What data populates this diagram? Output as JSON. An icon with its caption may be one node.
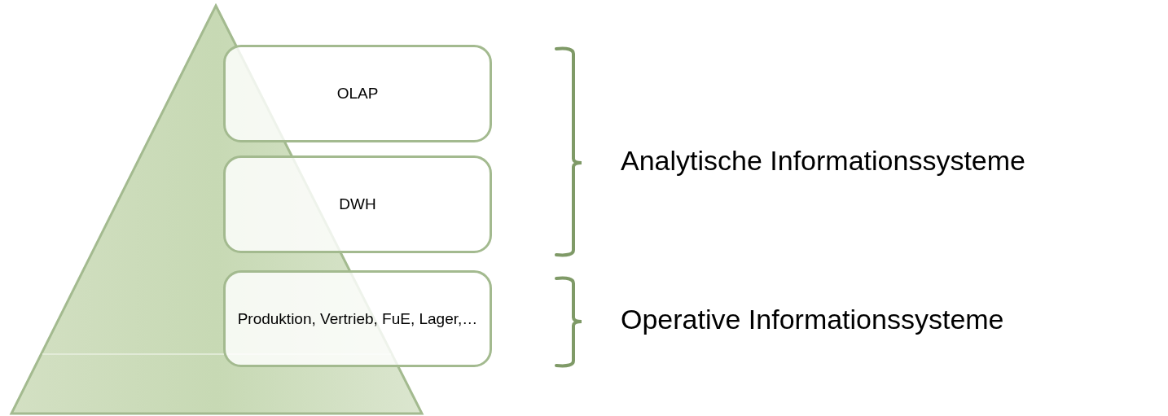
{
  "diagram": {
    "nodes": [
      {
        "text": [
          "OLAP"
        ]
      },
      {
        "text": [
          "DWH"
        ]
      },
      {
        "text": [
          "Produktion, Vertrieb, FuE, Lager,…"
        ]
      }
    ],
    "labels": [
      "Analytische Informationssysteme",
      "Operative Informationssysteme"
    ]
  }
}
